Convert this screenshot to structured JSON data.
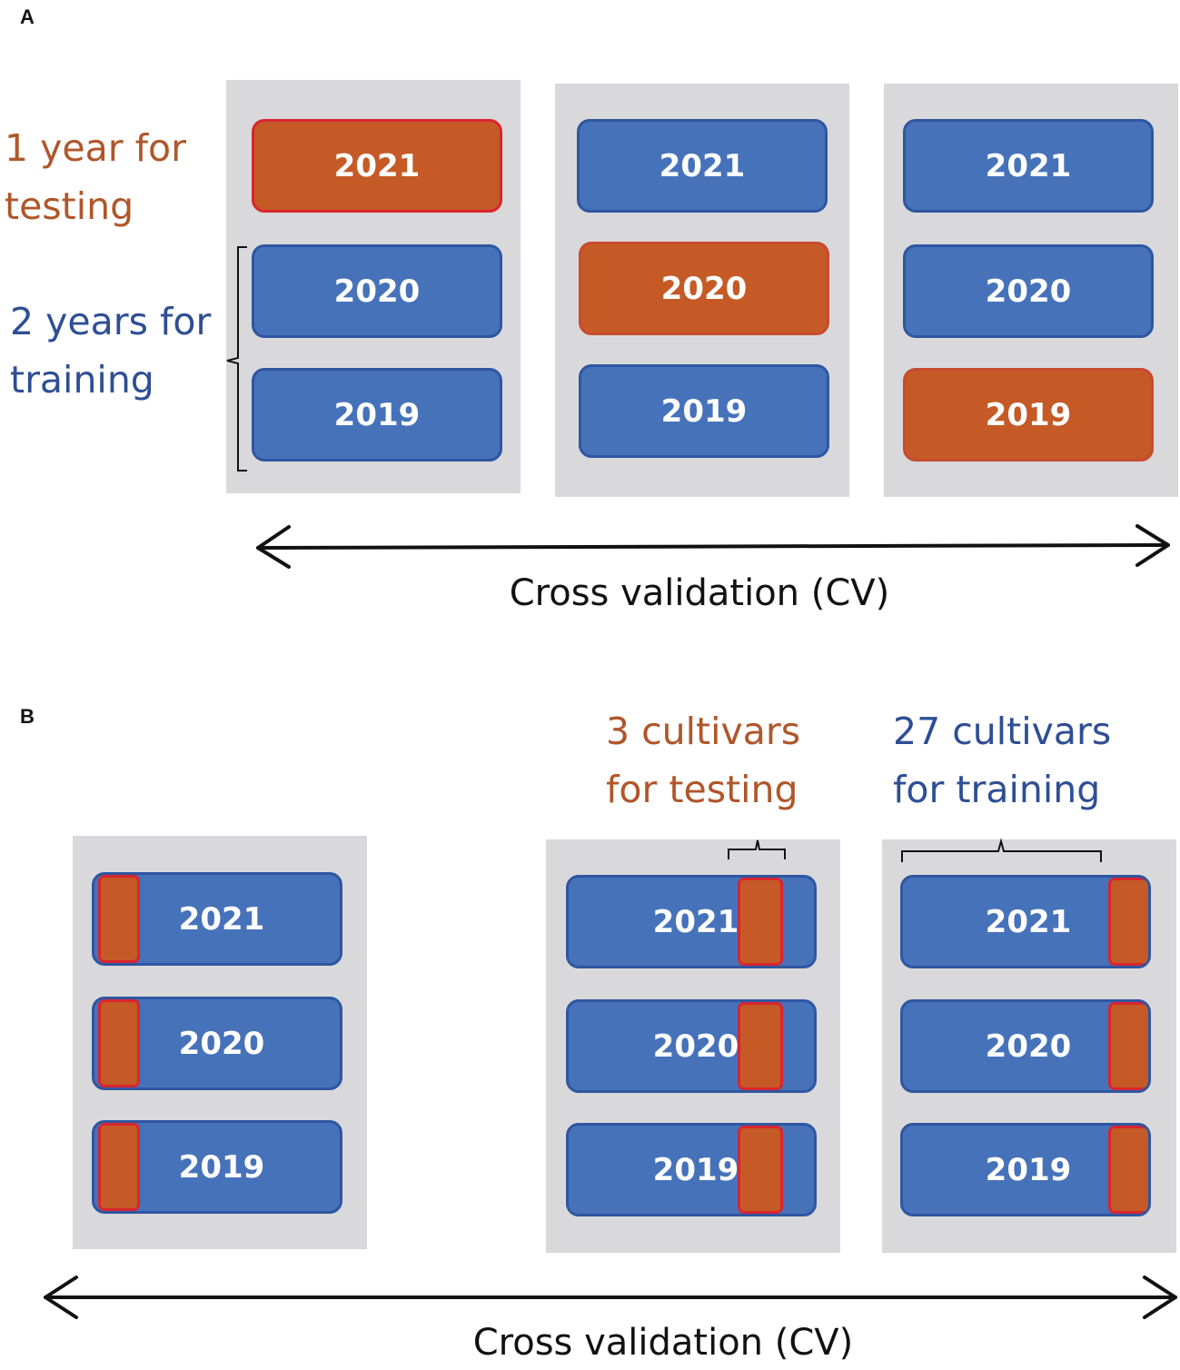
{
  "panels": {
    "a": {
      "letter": "A",
      "testing_note": [
        "1 year for",
        "testing"
      ],
      "training_note": [
        "2 years for",
        "training"
      ],
      "cv_label": "Cross validation (CV)",
      "folds": [
        {
          "boxes": [
            {
              "year": "2021",
              "role": "test"
            },
            {
              "year": "2020",
              "role": "train"
            },
            {
              "year": "2019",
              "role": "train"
            }
          ]
        },
        {
          "boxes": [
            {
              "year": "2021",
              "role": "train"
            },
            {
              "year": "2020",
              "role": "test"
            },
            {
              "year": "2019",
              "role": "train"
            }
          ]
        },
        {
          "boxes": [
            {
              "year": "2021",
              "role": "train"
            },
            {
              "year": "2020",
              "role": "train"
            },
            {
              "year": "2019",
              "role": "test"
            }
          ]
        }
      ]
    },
    "b": {
      "letter": "B",
      "testing_note": [
        "3 cultivars",
        "for testing"
      ],
      "training_note": [
        "27 cultivars",
        "for training"
      ],
      "cv_label": "Cross validation (CV)",
      "folds": [
        {
          "test_strip": "left",
          "years": [
            "2021",
            "2020",
            "2019"
          ]
        },
        {
          "test_strip": "middle-right",
          "years": [
            "2021",
            "2020",
            "2019"
          ]
        },
        {
          "test_strip": "right",
          "years": [
            "2021",
            "2020",
            "2019"
          ]
        }
      ]
    }
  },
  "colors": {
    "train": "#4672ba",
    "test": "#c55a26",
    "panel_bg": "#d9d9db",
    "testing_text": "#b0562a",
    "training_text": "#2e4e95"
  }
}
